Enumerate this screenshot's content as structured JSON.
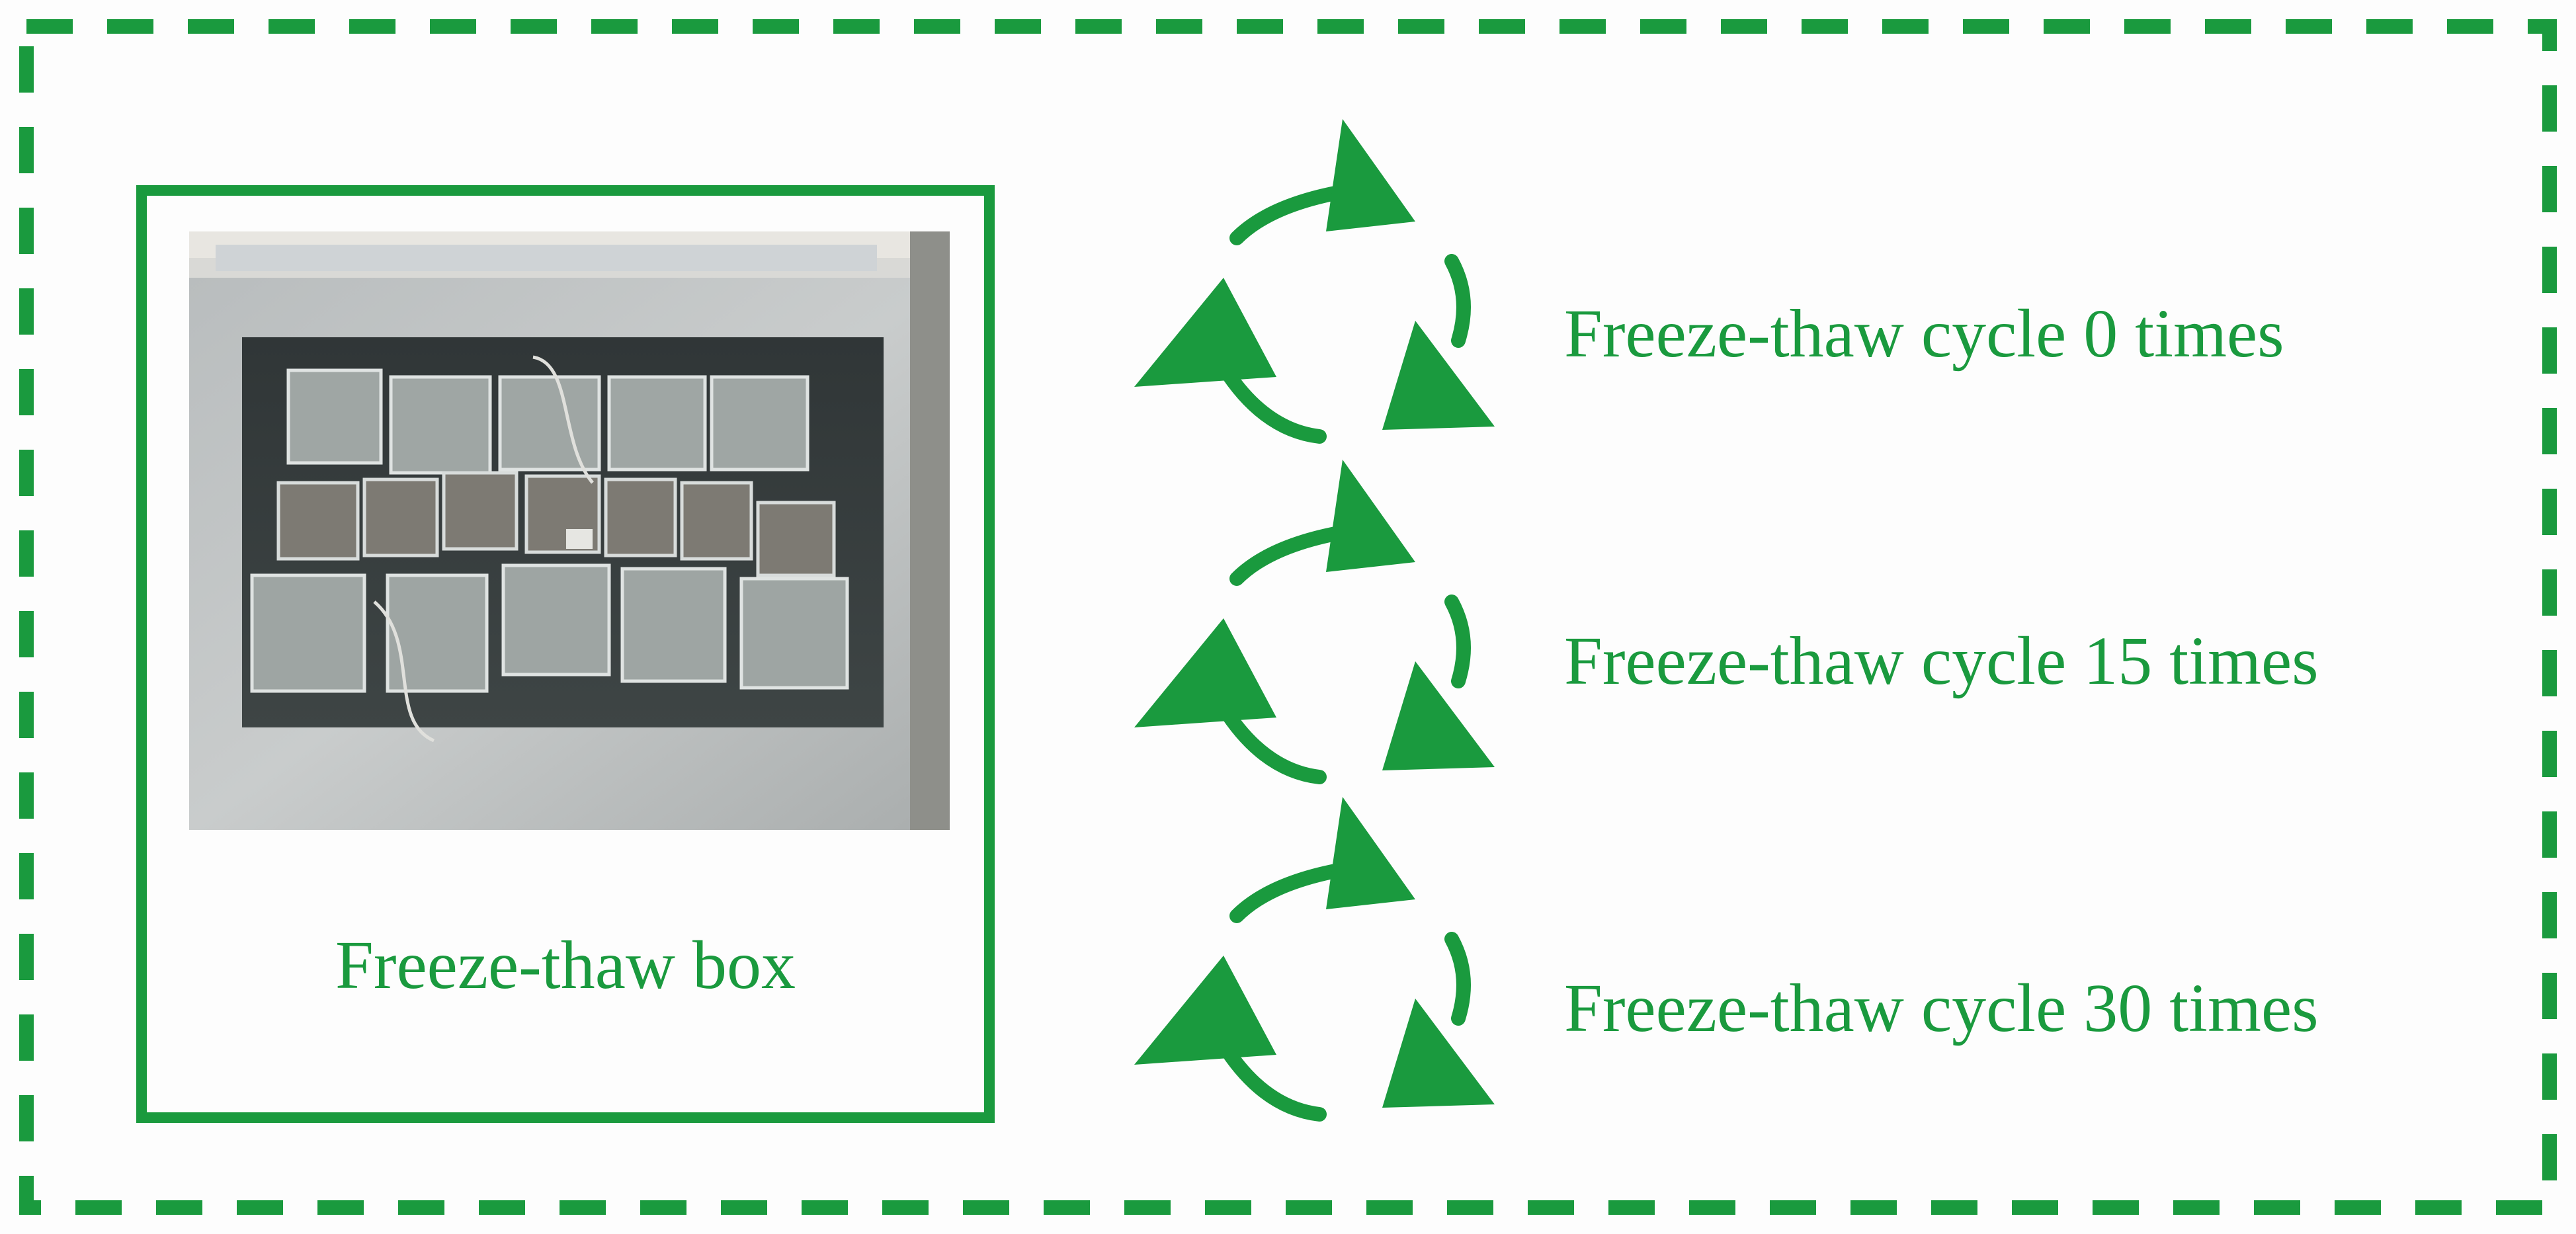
{
  "colors": {
    "accent": "#1a9a3e"
  },
  "box_label": "Freeze-thaw box",
  "photo": {
    "icon": "freeze-thaw-box-photo"
  },
  "cycles": [
    {
      "label": "Freeze-thaw cycle 0 times",
      "icon": "cycle-arrows-icon"
    },
    {
      "label": "Freeze-thaw cycle 15 times",
      "icon": "cycle-arrows-icon"
    },
    {
      "label": "Freeze-thaw cycle 30 times",
      "icon": "cycle-arrows-icon"
    }
  ]
}
